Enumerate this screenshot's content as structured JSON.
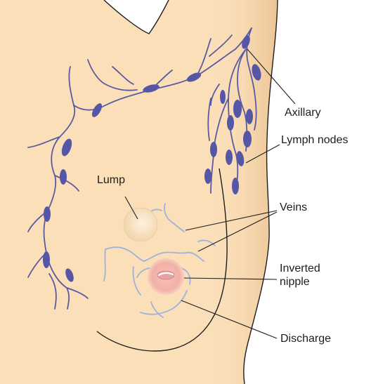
{
  "colors": {
    "skin": "#fbdfb9",
    "skin_shade": "#eec89a",
    "lymph": "#5a5aa0",
    "node": "#5656a6",
    "vein": "#9fb2dc",
    "areola": "#f4b6b0",
    "leader": "#1e1e1e"
  },
  "labels": {
    "axillary": "Axillary",
    "lymph_nodes": "Lymph nodes",
    "lump": "Lump",
    "veins": "Veins",
    "inverted_nipple": "Inverted nipple",
    "discharge": "Discharge"
  }
}
